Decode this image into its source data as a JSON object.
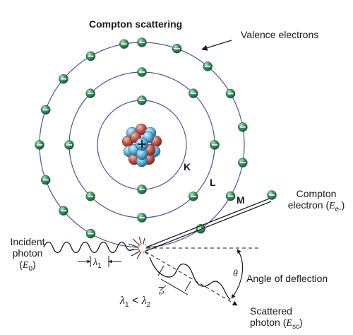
{
  "title": "Compton scattering",
  "labels": {
    "valence": "Valence electrons",
    "shell_k": "K",
    "shell_l": "L",
    "shell_m": "M",
    "compton_line1": "Compton",
    "compton_line2_prefix": "electron (",
    "compton_symbol": "E",
    "compton_sub": "e-",
    "incident_line1": "Incident",
    "incident_line2": "photon",
    "incident_symbol": "E",
    "incident_sub": "0",
    "lambda": "λ",
    "lambda1_sub": "1",
    "lambda2_sub": "2",
    "lambda_relation_op": " < ",
    "theta": "θ",
    "angle": "Angle of deflection",
    "scattered_line1": "Scattered",
    "scattered_line2_prefix": "photon (",
    "scattered_symbol": "E",
    "scattered_sub": "sc",
    "close_paren": ")"
  },
  "colors": {
    "orbit": "#4a55a0",
    "electron_fill": "#2e8a55",
    "proton": "#c85a4a",
    "neutron": "#5ab3e0",
    "wave": "#1a1a1a"
  }
}
